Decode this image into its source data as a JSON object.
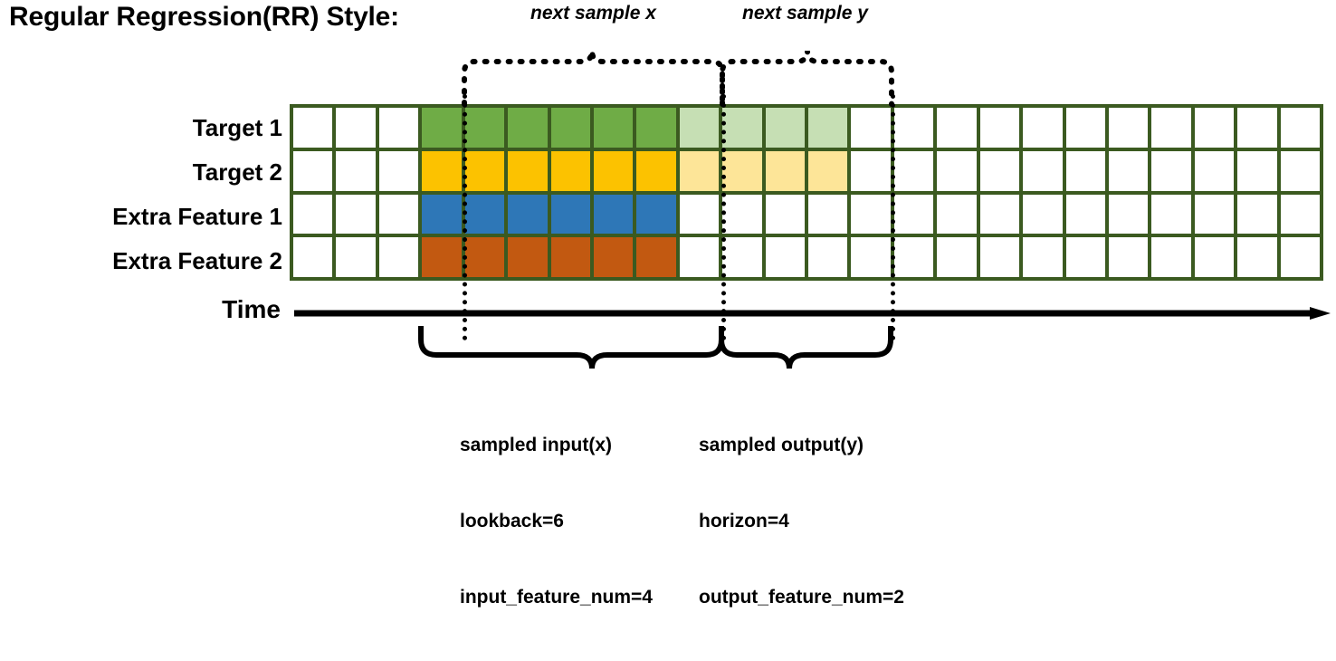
{
  "title": "Regular Regression(RR) Style:",
  "rows": [
    {
      "label": "Target 1",
      "kind": "target"
    },
    {
      "label": "Target 2",
      "kind": "target"
    },
    {
      "label": "Extra Feature 1",
      "kind": "feature"
    },
    {
      "label": "Extra Feature 2",
      "kind": "feature"
    }
  ],
  "grid": {
    "columns": 24,
    "rows": 4,
    "input_start_col": 3,
    "input_len": 6,
    "output_start_col": 9,
    "output_len": 4,
    "border_color": "#3b5a20",
    "cells": [
      [
        "white",
        "white",
        "white",
        "green",
        "green",
        "green",
        "green",
        "green",
        "green",
        "lgreen",
        "lgreen",
        "lgreen",
        "lgreen",
        "white",
        "white",
        "white",
        "white",
        "white",
        "white",
        "white",
        "white",
        "white",
        "white",
        "white"
      ],
      [
        "white",
        "white",
        "white",
        "yellow",
        "yellow",
        "yellow",
        "yellow",
        "yellow",
        "yellow",
        "lyellow",
        "lyellow",
        "lyellow",
        "lyellow",
        "white",
        "white",
        "white",
        "white",
        "white",
        "white",
        "white",
        "white",
        "white",
        "white",
        "white"
      ],
      [
        "white",
        "white",
        "white",
        "blue",
        "blue",
        "blue",
        "blue",
        "blue",
        "blue",
        "white",
        "white",
        "white",
        "white",
        "white",
        "white",
        "white",
        "white",
        "white",
        "white",
        "white",
        "white",
        "white",
        "white",
        "white"
      ],
      [
        "white",
        "white",
        "white",
        "orange",
        "orange",
        "orange",
        "orange",
        "orange",
        "orange",
        "white",
        "white",
        "white",
        "white",
        "white",
        "white",
        "white",
        "white",
        "white",
        "white",
        "white",
        "white",
        "white",
        "white",
        "white"
      ]
    ],
    "palette": {
      "green": "#6fac46",
      "yellow": "#fcc200",
      "blue": "#2e77b7",
      "orange": "#c25911",
      "lgreen": "#c6dfb4",
      "lyellow": "#fde598",
      "white": "#ffffff"
    }
  },
  "time_axis": {
    "label": "Time"
  },
  "top_braces": [
    {
      "label": "next sample x"
    },
    {
      "label": "next sample y"
    }
  ],
  "bottom_braces": [
    {
      "title": "sampled input(x)",
      "line2": "lookback=6",
      "line3": "input_feature_num=4"
    },
    {
      "title": "sampled output(y)",
      "line2": "horizon=4",
      "line3": "output_feature_num=2"
    }
  ]
}
